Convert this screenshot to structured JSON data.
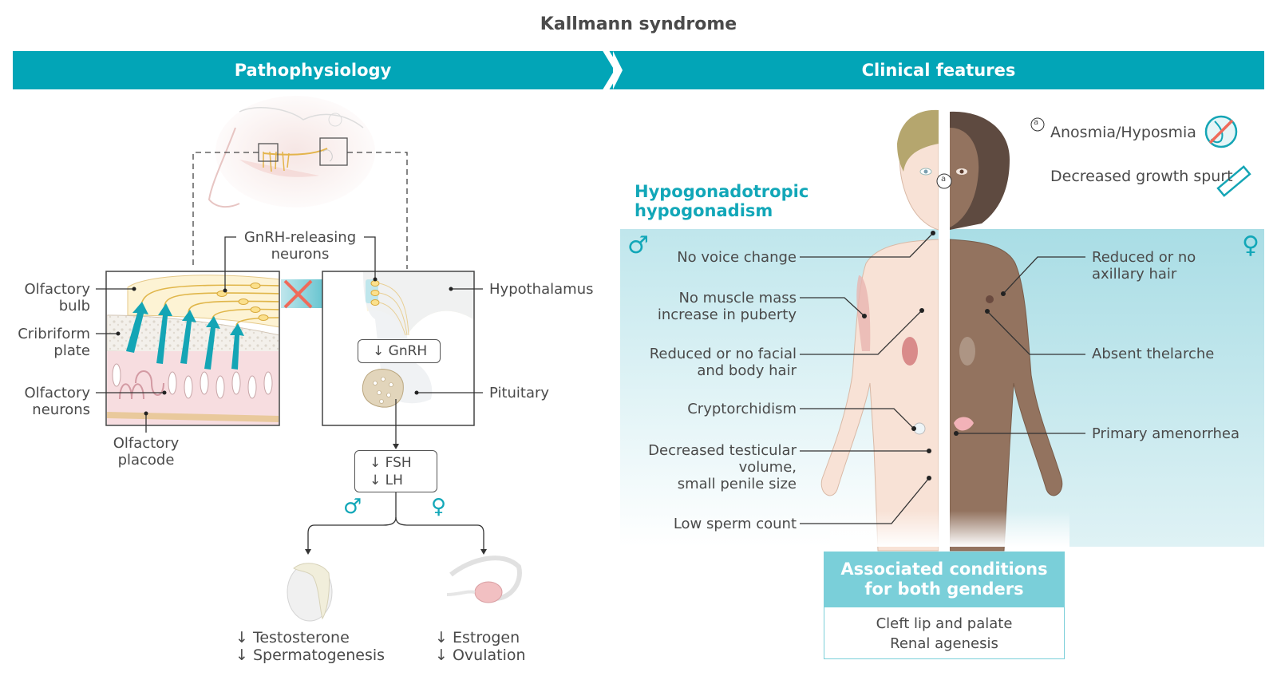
{
  "title": "Kallmann syndrome",
  "sections": {
    "pathophysiology": "Pathophysiology",
    "clinical_features": "Clinical features"
  },
  "patho": {
    "gnrh_neurons_label": [
      "GnRH-releasing",
      "neurons"
    ],
    "olfactory_bulb": [
      "Olfactory",
      "bulb"
    ],
    "cribriform_plate": [
      "Cribriform",
      "plate"
    ],
    "olfactory_neurons": [
      "Olfactory",
      "neurons"
    ],
    "olfactory_placode": [
      "Olfactory",
      "placode"
    ],
    "hypothalamus": "Hypothalamus",
    "pituitary": "Pituitary",
    "gnrh_box": "↓ GnRH",
    "fsh_lh_box": [
      "↓ FSH",
      "↓ LH"
    ],
    "male_symbol": "♂",
    "female_symbol": "♀",
    "male_effects": [
      "↓ Testosterone",
      "↓ Spermatogenesis"
    ],
    "female_effects": [
      "↓ Estrogen",
      "↓ Ovulation"
    ]
  },
  "clinical": {
    "heading": [
      "Hypogonadotropic",
      "hypogonadism"
    ],
    "top_right": {
      "marker": "a",
      "anosmia": "Anosmia/Hyposmia",
      "growth": "Decreased growth spurt",
      "icons": [
        "no-smell-icon",
        "ruler-icon"
      ]
    },
    "male_symbol": "♂",
    "female_symbol": "♀",
    "male_features": [
      [
        "No voice change"
      ],
      [
        "No muscle mass",
        "increase in puberty"
      ],
      [
        "Reduced or no facial",
        "and body hair"
      ],
      [
        "Cryptorchidism"
      ],
      [
        "Decreased testicular",
        "volume,",
        "small penile size"
      ],
      [
        "Low sperm count"
      ]
    ],
    "female_features": [
      [
        "Reduced or no",
        "axillary hair"
      ],
      [
        "Absent thelarche"
      ],
      [
        "Primary amenorrhea"
      ]
    ],
    "associated": {
      "heading": [
        "Associated conditions",
        "for both genders"
      ],
      "items": [
        "Cleft lip and palate",
        "Renal agenesis"
      ]
    }
  },
  "colors": {
    "band": "#02a5b7",
    "accent_text": "#12a7b8",
    "panel_bg": "#bfe6ec",
    "assoc_head": "#7acfd9",
    "cross": "#ef6a5a",
    "skin_light": "#f8e2d6",
    "skin_dark": "#93735f",
    "hair_dark": "#5e4a40",
    "hair_light": "#b5a66e"
  }
}
